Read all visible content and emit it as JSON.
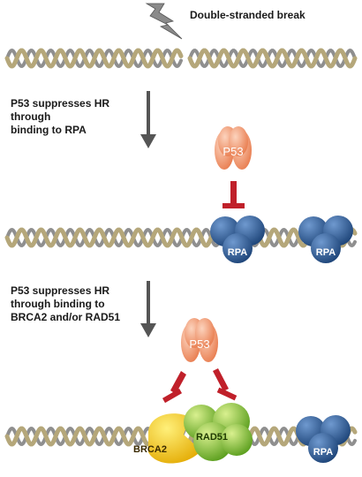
{
  "header": {
    "break_label": "Double-stranded break"
  },
  "step1": {
    "caption": "P53 suppresses HR\nthrough\nbinding to RPA"
  },
  "step2": {
    "caption": "P53 suppresses HR\nthrough binding to\nBRCA2 and/or RAD51"
  },
  "proteins": {
    "p53_label": "P53",
    "rpa_label": "RPA",
    "brca2_label": "BRCA2",
    "rad51_label": "RAD51"
  },
  "colors": {
    "dna_strand": "#b5a77a",
    "dna_strand_back": "#8f8f8f",
    "p53": "#f2a07a",
    "rpa": "#2e5f95",
    "brca2": "#f5c400",
    "rad51": "#8dc63f",
    "inhibit": "#c0202a",
    "arrow": "#555555",
    "lightning": "#777777"
  },
  "icons": {
    "break": "lightning-bolt-icon"
  }
}
